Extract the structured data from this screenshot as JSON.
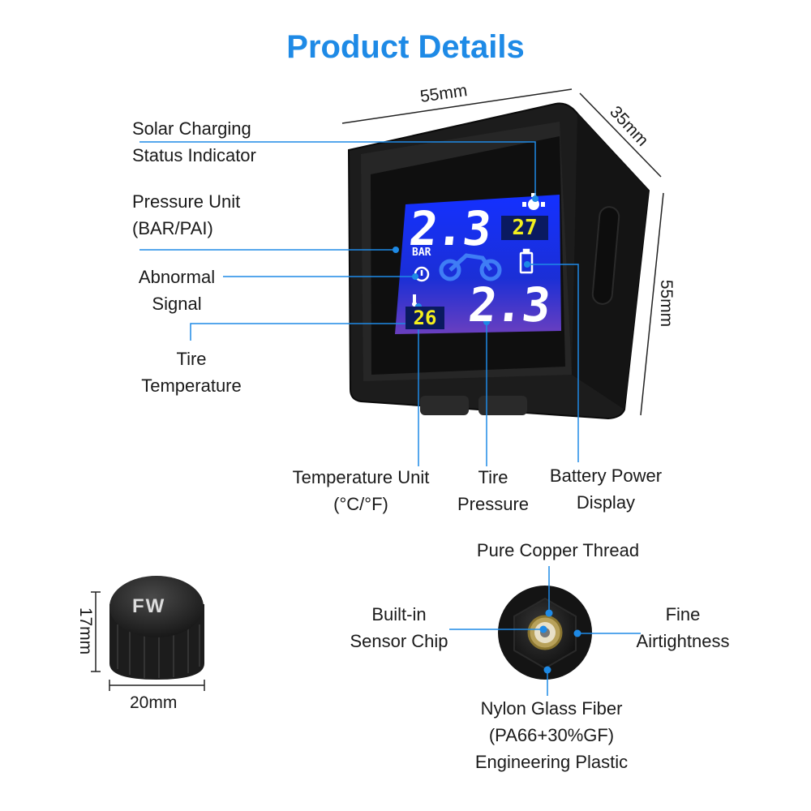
{
  "title": "Product Details",
  "dimensions": {
    "width": "55mm",
    "depth": "35mm",
    "height": "55mm",
    "sensor_height": "17mm",
    "sensor_width": "20mm"
  },
  "monitor_labels": {
    "solar_line1": "Solar Charging",
    "solar_line2": "Status Indicator",
    "pressure_unit_line1": "Pressure Unit",
    "pressure_unit_line2": "(BAR/PAI)",
    "abnormal_line1": "Abnormal",
    "abnormal_line2": "Signal",
    "tire_temp_line1": "Tire",
    "tire_temp_line2": "Temperature",
    "temp_unit_line1": "Temperature Unit",
    "temp_unit_line2": "(°C/°F)",
    "tire_pressure_line1": "Tire",
    "tire_pressure_line2": "Pressure",
    "battery_line1": "Battery Power",
    "battery_line2": "Display"
  },
  "display": {
    "front_pressure": "2.3",
    "front_temp": "27",
    "rear_pressure": "2.3",
    "rear_temp": "26",
    "unit": "BAR"
  },
  "sensor": {
    "cap_text": "FW",
    "copper_thread": "Pure Copper Thread",
    "chip_line1": "Built-in",
    "chip_line2": "Sensor Chip",
    "airtight_line1": "Fine",
    "airtight_line2": "Airtightness",
    "nylon_line1": "Nylon Glass Fiber",
    "nylon_line2": "(PA66+30%GF)",
    "nylon_line3": "Engineering Plastic"
  },
  "colors": {
    "accent": "#1e8ae6",
    "lcd_bg": "#1b2fd6",
    "lcd_yellow": "#f3ef1d"
  }
}
